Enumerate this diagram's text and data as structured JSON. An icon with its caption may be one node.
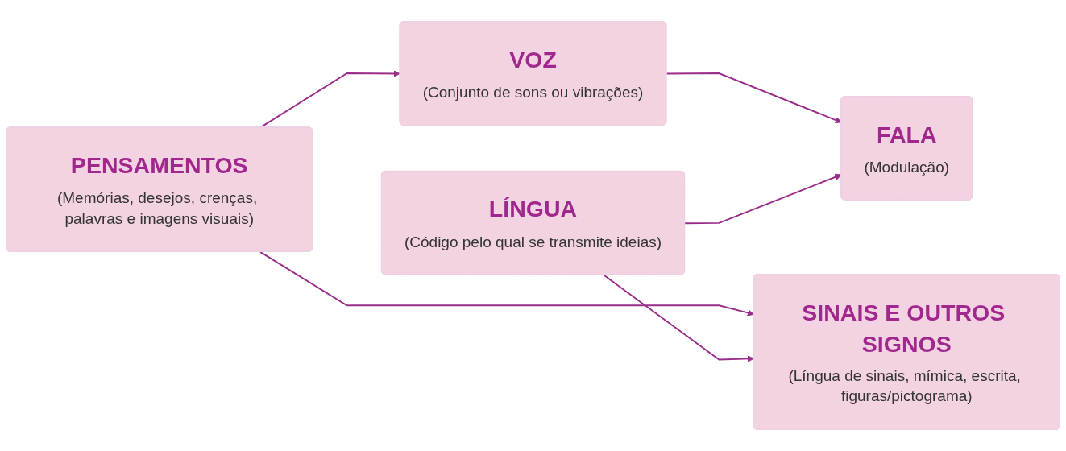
{
  "diagram": {
    "nodes": [
      {
        "text": [
          "PENSAMENTOS",
          "(Memórias, desejos, crenças, palavras e imagens visuais)"
        ]
      },
      {
        "text": [
          "VOZ",
          "(Conjunto de sons ou vibrações)"
        ]
      },
      {
        "text": [
          "SINAIS E OUTROS SIGNOS",
          "(Língua de sinais, mímica, escrita, figuras/pictograma)"
        ]
      },
      {
        "text": [
          "LÍNGUA",
          "(Código pelo qual se transmite ideias)"
        ]
      },
      {
        "text": [
          "FALA",
          "(Modulação)"
        ]
      }
    ],
    "edges": [
      {
        "from": 0,
        "to": 1,
        "arrow": "to"
      },
      {
        "from": 0,
        "to": 2,
        "arrow": "to"
      },
      {
        "from": 1,
        "to": 4,
        "arrow": "to"
      },
      {
        "from": 3,
        "to": 2,
        "arrow": "to"
      },
      {
        "from": 3,
        "to": 4,
        "arrow": "to"
      }
    ]
  }
}
